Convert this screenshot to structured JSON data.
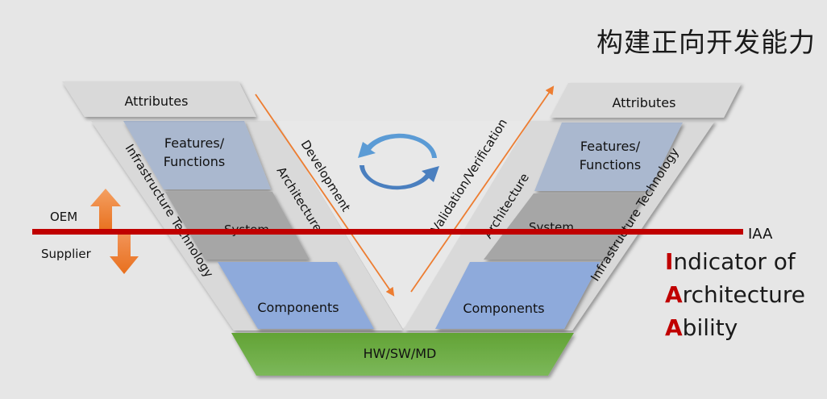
{
  "title": "构建正向开发能力",
  "colors": {
    "background": "#e6e6e6",
    "light_band": "#d9d9d9",
    "features": "#aab8cf",
    "system": "#a6a6a6",
    "components": "#8eaadb",
    "base_green": "#6aab3e",
    "arrow_orange": "#ed7d31",
    "iaa_line": "#c00000",
    "cycle_blue": "#4a86c6"
  },
  "left_v": {
    "attributes": "Attributes",
    "features_line1": "Features/",
    "features_line2": "Functions",
    "system": "System",
    "components": "Components",
    "infrastructure": "Infrastructure Technology",
    "architecture": "Architecture"
  },
  "right_v": {
    "attributes": "Attributes",
    "features_line1": "Features/",
    "features_line2": "Functions",
    "system": "System",
    "components": "Components",
    "infrastructure": "Infrastructure Technology",
    "architecture": "Architecture"
  },
  "base": {
    "label": "HW/SW/MD"
  },
  "flow": {
    "development": "Development",
    "validation": "Validation/Verification"
  },
  "boundary": {
    "oem": "OEM",
    "supplier": "Supplier",
    "line_label": "IAA"
  },
  "iaa_expansion": [
    {
      "initial": "I",
      "rest": "ndicator of"
    },
    {
      "initial": "A",
      "rest": "rchitecture"
    },
    {
      "initial": "A",
      "rest": "bility"
    }
  ]
}
